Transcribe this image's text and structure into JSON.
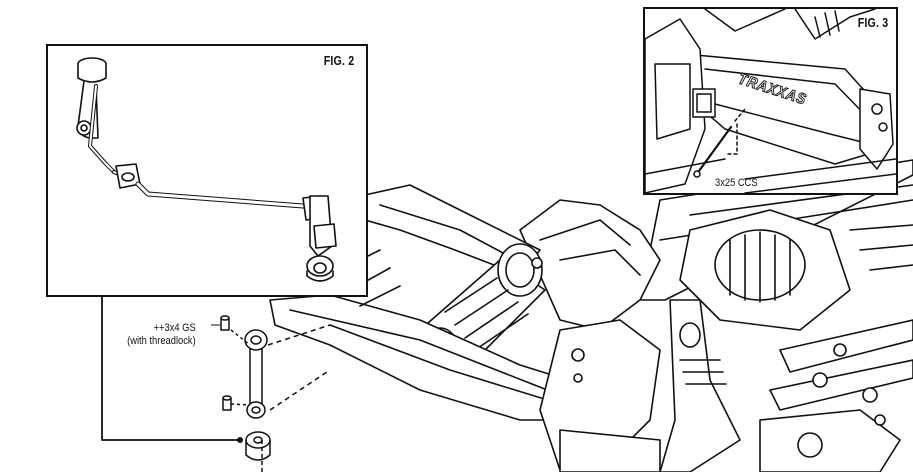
{
  "figures": {
    "fig2": {
      "label": "FIG. 2"
    },
    "fig3": {
      "label": "FIG. 3",
      "screw_callout": "3x25 CCS"
    }
  },
  "callouts": {
    "set_screw": "++3x4 GS",
    "set_screw_note": "(with threadlock)"
  },
  "logo_text": "TRAXXAS",
  "colors": {
    "line": "#111111",
    "paper": "#ffffff",
    "tone": "#dcdcdc"
  }
}
